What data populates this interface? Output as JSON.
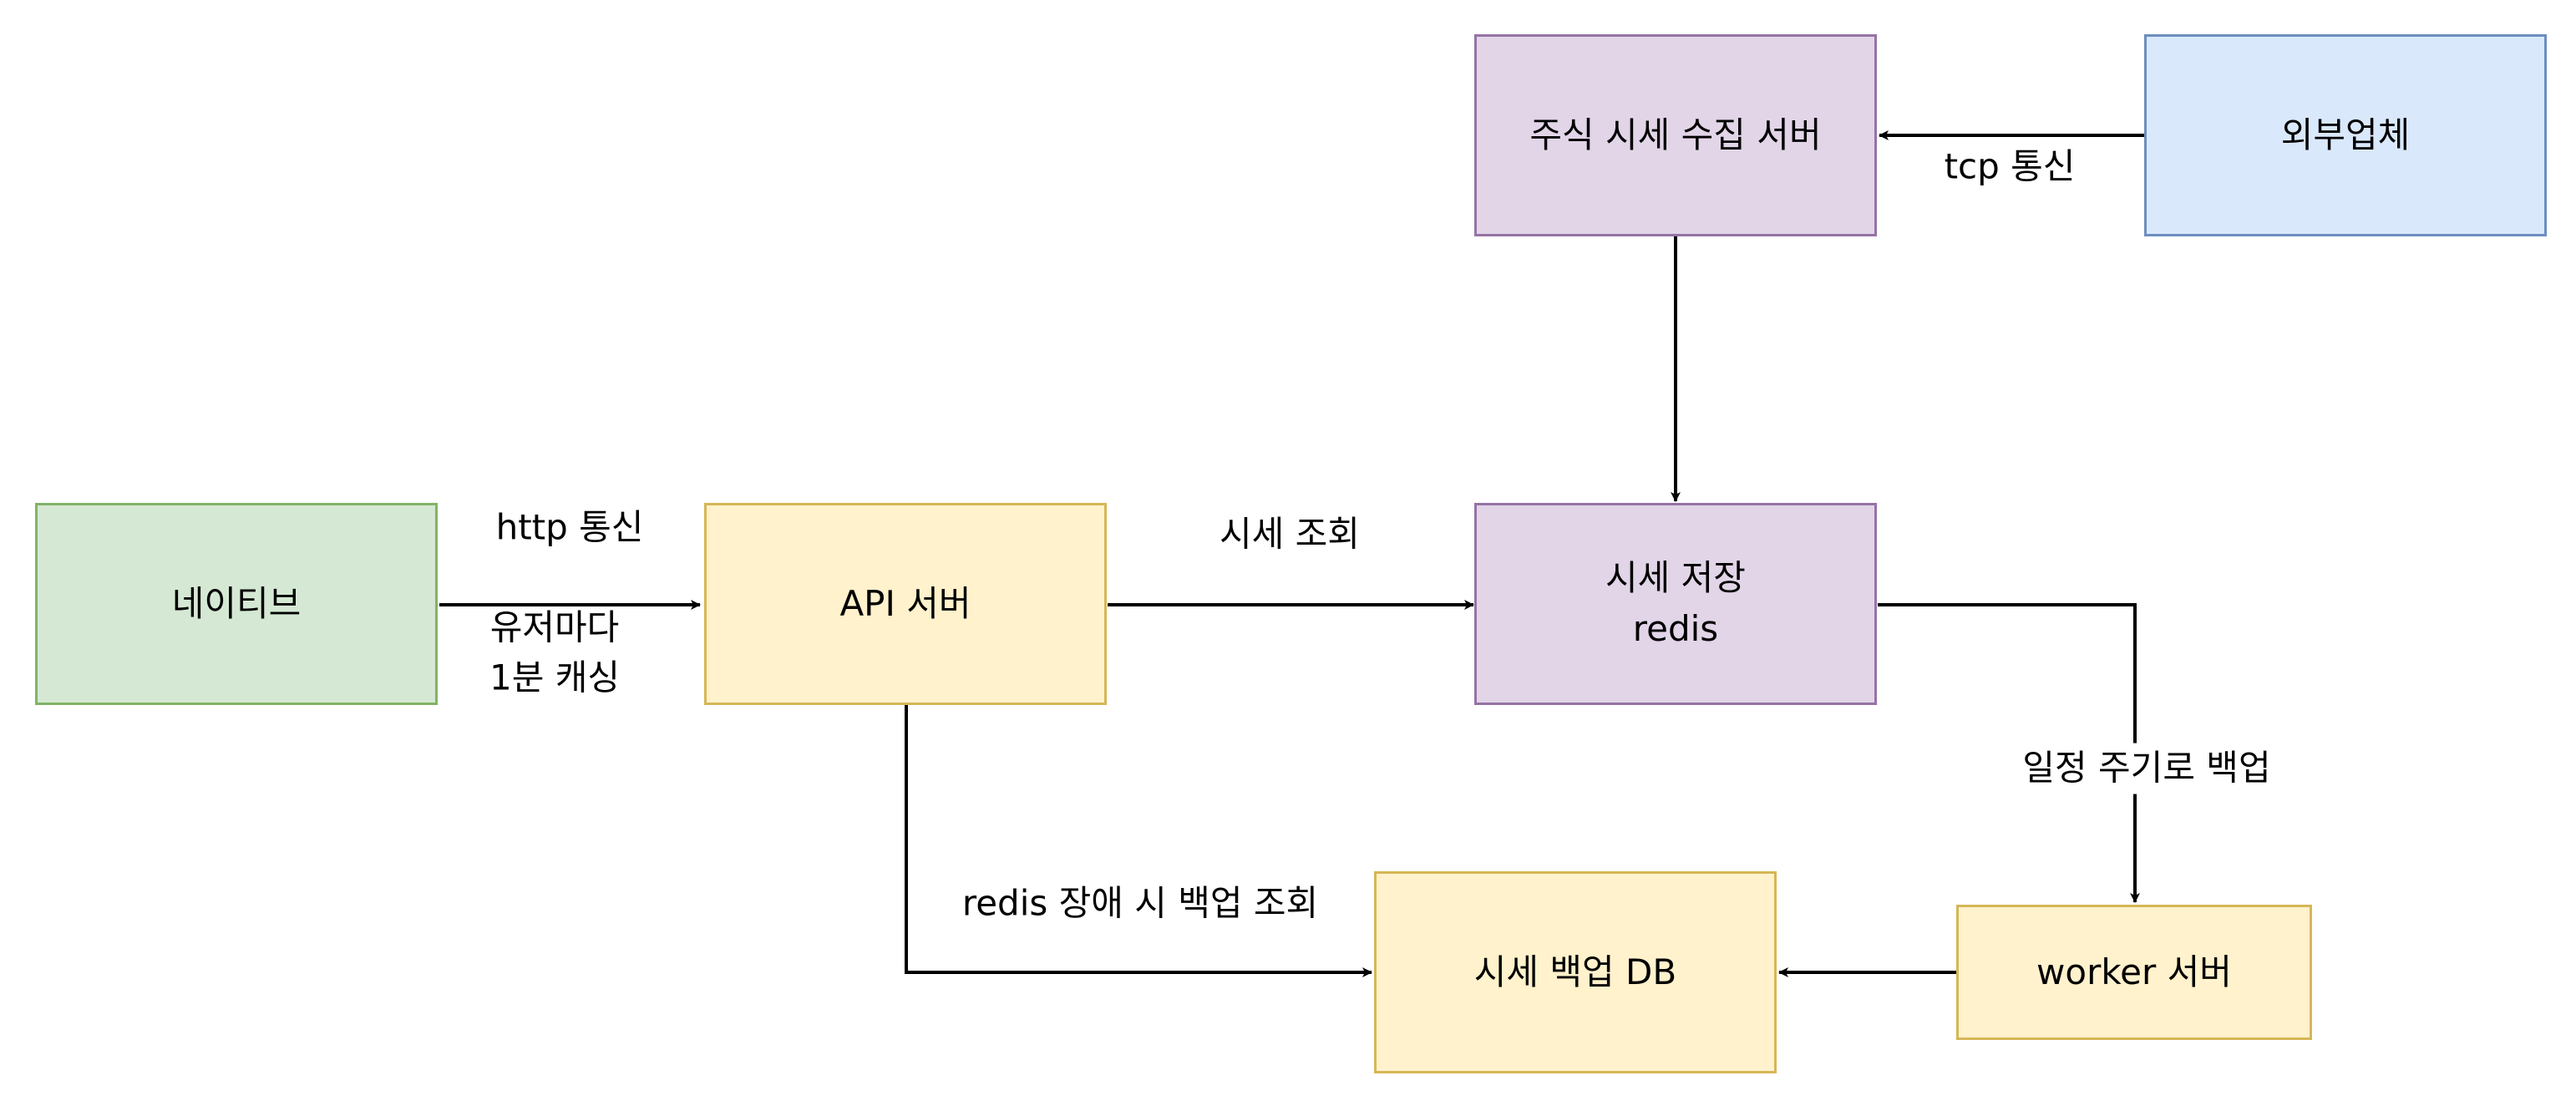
{
  "colors": {
    "green_fill": "#d5e8d4",
    "green_stroke": "#82b366",
    "yellow_fill": "#fff2cc",
    "yellow_stroke": "#d6b656",
    "purple_fill": "#e1d5e7",
    "purple_stroke": "#9673a6",
    "blue_fill": "#dae8fc",
    "blue_stroke": "#6c8ebf",
    "edge": "#000000"
  },
  "nodes": {
    "native": {
      "label": "네이티브"
    },
    "api_server": {
      "label": "API 서버"
    },
    "collector": {
      "label": "주식 시세 수집 서버"
    },
    "vendor": {
      "label": "외부업체"
    },
    "redis": {
      "line1": "시세 저장",
      "line2": "redis"
    },
    "backup_db": {
      "label": "시세 백업 DB"
    },
    "worker": {
      "label": "worker 서버"
    }
  },
  "edges": {
    "native_api": {
      "label_top": "http 통신",
      "label_bottom_1": "유저마다",
      "label_bottom_2": "1분 캐싱"
    },
    "api_redis": {
      "label": "시세 조회"
    },
    "vendor_collector": {
      "label": "tcp 통신"
    },
    "redis_worker": {
      "label": "일정 주기로 백업"
    },
    "api_backup": {
      "label": "redis 장애 시 백업 조회"
    }
  }
}
